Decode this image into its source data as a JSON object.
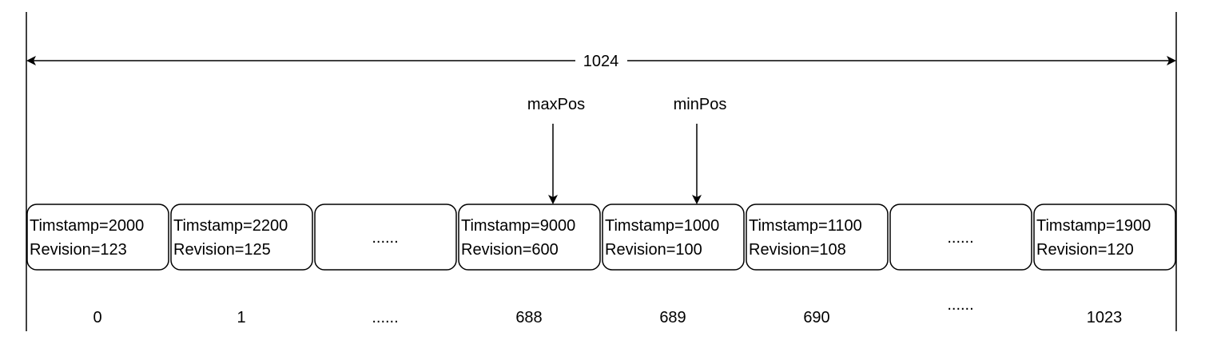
{
  "buffer": {
    "size_label": "1024",
    "colors": {
      "stroke": "#000000",
      "background": "#ffffff"
    }
  },
  "pointers": [
    {
      "label": "maxPos",
      "target_cell": 3
    },
    {
      "label": "minPos",
      "target_cell": 4
    }
  ],
  "cells": [
    {
      "line1": "Timstamp=2000",
      "line2": "Revision=123",
      "index": "0"
    },
    {
      "line1": "Timstamp=2200",
      "line2": "Revision=125",
      "index": "1"
    },
    {
      "line1": "......",
      "line2": "",
      "index": "......"
    },
    {
      "line1": "Timstamp=9000",
      "line2": "Revision=600",
      "index": "688"
    },
    {
      "line1": "Timstamp=1000",
      "line2": "Revision=100",
      "index": "689"
    },
    {
      "line1": "Timstamp=1100",
      "line2": "Revision=108",
      "index": "690"
    },
    {
      "line1": "......",
      "line2": "",
      "index": "......"
    },
    {
      "line1": "Timstamp=1900",
      "line2": "Revision=120",
      "index": "1023"
    }
  ]
}
